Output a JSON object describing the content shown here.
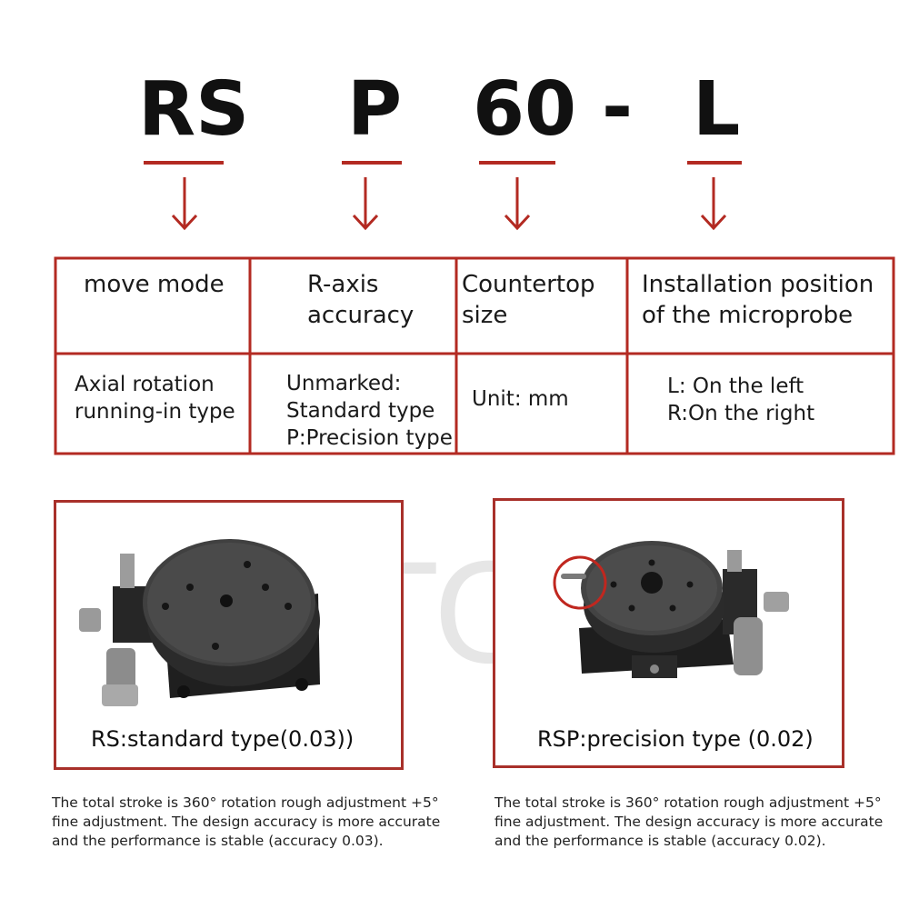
{
  "code": {
    "parts": [
      "RS",
      "P",
      "60",
      "-",
      "L"
    ]
  },
  "table": {
    "headers": [
      "move mode",
      "R-axis\naccuracy",
      "Countertop\nsize",
      "Installation position\nof the microprobe"
    ],
    "values": [
      "Axial rotation\nrunning-in type",
      "Unmarked:\nStandard type\nP:Precision type",
      "Unit: mm",
      "L: On the left\nR:On the right"
    ]
  },
  "products": [
    {
      "caption": "RS:standard type(0.03))",
      "description": "The total stroke is 360° rotation rough adjustment +5° fine adjustment. The design accuracy is more accurate and the performance is stable (accuracy 0.03)."
    },
    {
      "caption": "RSP:precision type (0.02)",
      "description": "The total stroke is 360° rotation rough adjustment +5° fine adjustment. The design accuracy is more accurate and the performance is stable (accuracy 0.02)."
    }
  ],
  "watermark": "YTCD",
  "colors": {
    "accent": "#b32a22",
    "text": "#111111"
  }
}
